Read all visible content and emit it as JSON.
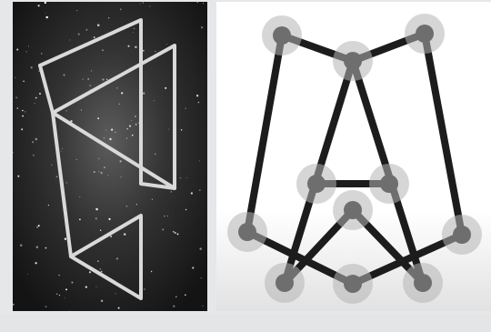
{
  "panels": [
    {
      "name": "constellation-letter-panel",
      "style": "white lines over starfield",
      "colors": {
        "background": "#161616",
        "glow": "#5a5a5a",
        "line": "#d9d9d9",
        "star": "#ffffff"
      }
    },
    {
      "name": "node-graph-letter-panel",
      "style": "dark edges with gray nodes and halos",
      "colors": {
        "background": "#ffffff",
        "edge": "#1c1c1c",
        "node": "#6e6e6e",
        "halo": "#c7c7c7"
      }
    }
  ]
}
